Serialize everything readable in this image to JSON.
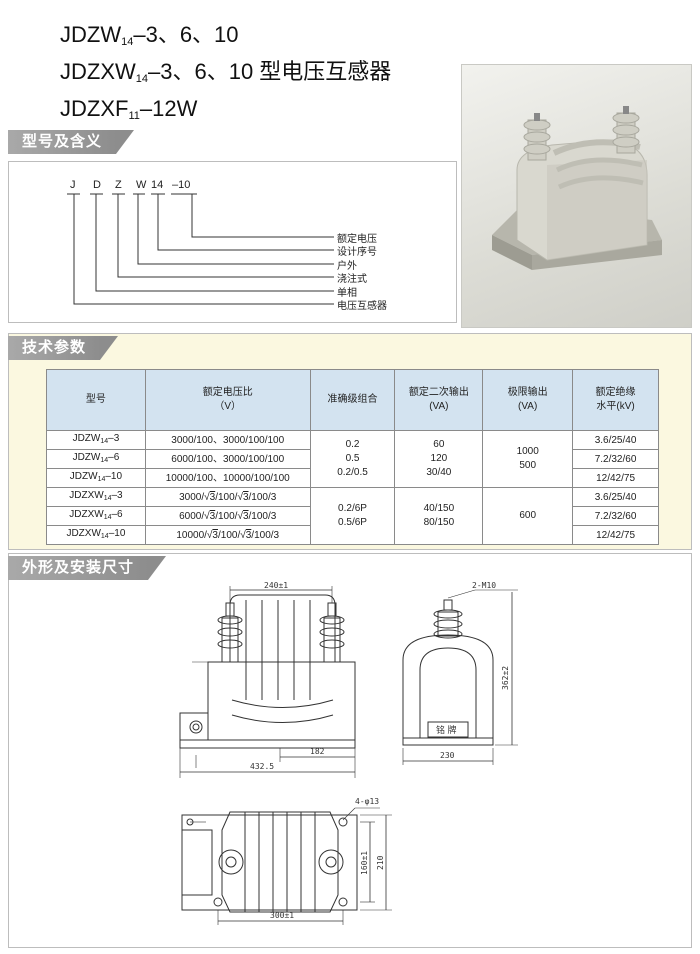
{
  "title": {
    "line1_base": "JDZW",
    "line1_sub": "14",
    "line1_rest": "–3、6、10",
    "line2_base": "JDZXW",
    "line2_sub": "14",
    "line2_rest": "–3、6、10 型电压互感器",
    "line3_base": "JDZXF",
    "line3_sub": "11",
    "line3_rest": "–12W"
  },
  "sections": {
    "model": "型号及含义",
    "params": "技术参数",
    "dims": "外形及安装尺寸"
  },
  "model_code": {
    "letters": [
      "J",
      "D",
      "Z",
      "W",
      "14",
      "–10"
    ],
    "meanings": [
      "额定电压",
      "设计序号",
      "户外",
      "浇注式",
      "单相",
      "电压互感器"
    ]
  },
  "spec_table": {
    "headers": [
      "型号",
      "额定电压比\n（V）",
      "准确级组合",
      "额定二次输出\n(VA)",
      "极限输出\n(VA)",
      "额定绝缘\n水平(kV)"
    ],
    "models": [
      {
        "base": "JDZW",
        "sub": "14",
        "rest": "–3"
      },
      {
        "base": "JDZW",
        "sub": "14",
        "rest": "–6"
      },
      {
        "base": "JDZW",
        "sub": "14",
        "rest": "–10"
      },
      {
        "base": "JDZXW",
        "sub": "14",
        "rest": "–3"
      },
      {
        "base": "JDZXW",
        "sub": "14",
        "rest": "–6"
      },
      {
        "base": "JDZXW",
        "sub": "14",
        "rest": "–10"
      }
    ],
    "ratios_a": [
      "3000/100、3000/100/100",
      "6000/100、3000/100/100",
      "10000/100、10000/100/100"
    ],
    "ratios_b": [
      {
        "a": "3000/",
        "r1": "3",
        "b": "/100/",
        "r2": "3",
        "c": "/100/3"
      },
      {
        "a": "6000/",
        "r1": "3",
        "b": "/100/",
        "r2": "3",
        "c": "/100/3"
      },
      {
        "a": "10000/",
        "r1": "3",
        "b": "/100/",
        "r2": "3",
        "c": "/100/3"
      }
    ],
    "accuracy_a": "0.2\n0.5\n0.2/0.5",
    "accuracy_b": "0.2/6P\n0.5/6P",
    "output_a": "60\n120\n30/40",
    "output_b": "40/150\n80/150",
    "limit_a": "1000\n500",
    "limit_b": "600",
    "insulation": [
      "3.6/25/40",
      "7.2/32/60",
      "12/42/75",
      "3.6/25/40",
      "7.2/32/60",
      "12/42/75"
    ]
  },
  "dimensions": {
    "front_top": "240±1",
    "front_mid": "182",
    "front_bottom": "432.5",
    "side_top": "2-M10",
    "side_height": "362±2",
    "side_width": "230",
    "nameplate": "铭 牌",
    "plan_holes": "4-φ13",
    "plan_inner_h": "160±1",
    "plan_outer_h": "210",
    "plan_width": "300±1"
  },
  "colors": {
    "header_bg": "#9a9a9a",
    "table_header": "#d3e3f0",
    "param_bg": "#fbf8e0"
  }
}
